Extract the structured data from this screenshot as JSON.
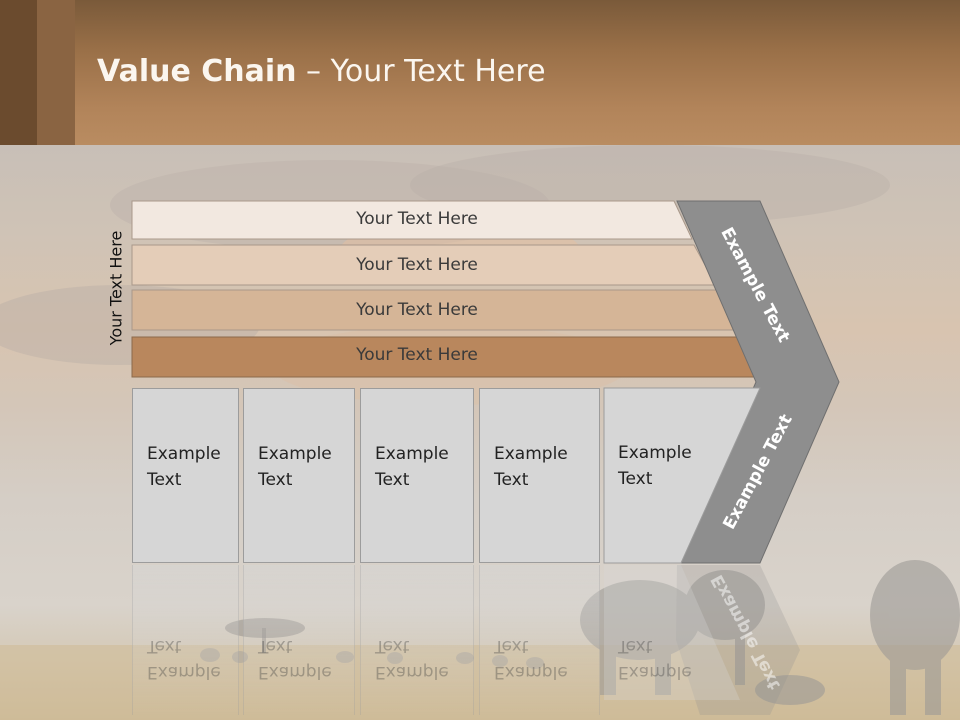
{
  "slide": {
    "title_bold": "Value Chain",
    "title_rest": " – Your Text Here",
    "side_label": "Your Text Here",
    "bars": [
      {
        "label": "Your Text Here",
        "color": "#f2e8e0"
      },
      {
        "label": "Your Text Here",
        "color": "#e4cdb8"
      },
      {
        "label": "Your Text Here",
        "color": "#d5b597"
      },
      {
        "label": "Your Text Here",
        "color": "#b9875d"
      }
    ],
    "boxes": [
      {
        "line1": "Example",
        "line2": "Text"
      },
      {
        "line1": "Example",
        "line2": "Text"
      },
      {
        "line1": "Example",
        "line2": "Text"
      },
      {
        "line1": "Example",
        "line2": "Text"
      },
      {
        "line1": "Example",
        "line2": "Text"
      }
    ],
    "chevron": {
      "top_text": "Example Text",
      "bottom_text": "Example Text",
      "color": "#8e8e8e"
    }
  }
}
